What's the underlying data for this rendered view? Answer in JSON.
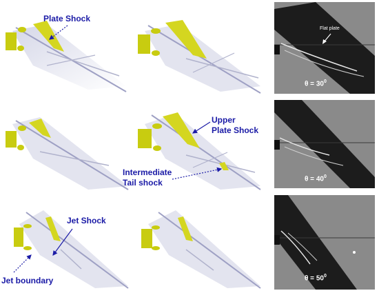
{
  "annotations": {
    "plate_shock": "Plate Shock",
    "upper_plate_shock_line1": "Upper",
    "upper_plate_shock_line2": "Plate Shock",
    "intermediate_line1": "Intermediate",
    "intermediate_line2": "Tail shock",
    "jet_shock": "Jet Shock",
    "jet_boundary": "Jet boundary",
    "flat_plate": "Flat plate"
  },
  "angles": [
    {
      "prefix": "θ = ",
      "value": "30",
      "unit": "0"
    },
    {
      "prefix": "θ = ",
      "value": "40",
      "unit": "0"
    },
    {
      "prefix": "θ = ",
      "value": "50",
      "unit": "0"
    }
  ],
  "colors": {
    "label": "#1a1aa6",
    "jet_core": "#c8cc10",
    "shock_highlight": "#d4d620"
  }
}
